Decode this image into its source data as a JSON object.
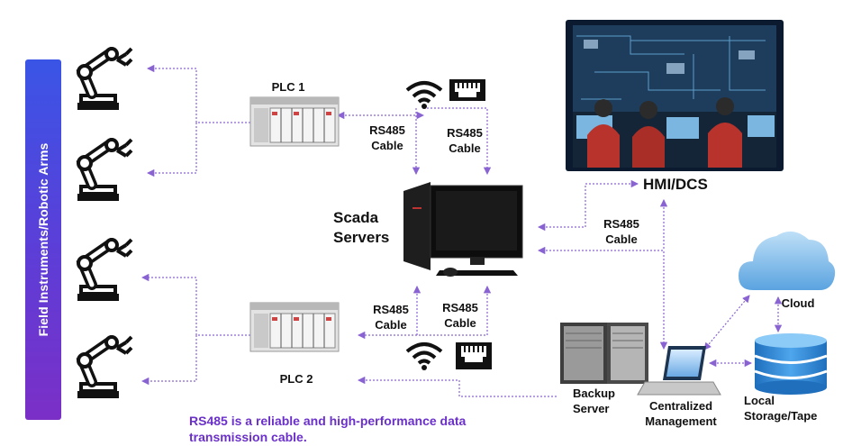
{
  "sidebar": {
    "title": "Field Instruments/Robotic Arms"
  },
  "plc1": {
    "label": "PLC 1"
  },
  "plc2": {
    "label": "PLC 2"
  },
  "cable_labels": {
    "c1a": "RS485",
    "c1b": "Cable",
    "c2a": "RS485",
    "c2b": "Cable",
    "c3a": "RS485",
    "c3b": "Cable",
    "c4a": "RS485",
    "c4b": "Cable",
    "c5a": "RS485",
    "c5b": "Cable"
  },
  "scada": {
    "line1": "Scada",
    "line2": "Servers"
  },
  "hmi": {
    "label": "HMI/DCS"
  },
  "cloud": {
    "label": "Cloud"
  },
  "storage": {
    "line1": "Local",
    "line2": "Storage/Tape"
  },
  "backup": {
    "line1": "Backup",
    "line2": "Server"
  },
  "management": {
    "line1": "Centralized",
    "line2": "Management"
  },
  "caption": {
    "line1": "RS485 is a reliable and high-performance data",
    "line2": "transmission cable."
  },
  "colors": {
    "connector": "#8a63d2",
    "caption": "#6a30c9",
    "sidebar_top": "#3a55e6",
    "sidebar_bottom": "#7b2fc7",
    "cloud": "#5aa3e0",
    "storage": "#2f86d6"
  }
}
